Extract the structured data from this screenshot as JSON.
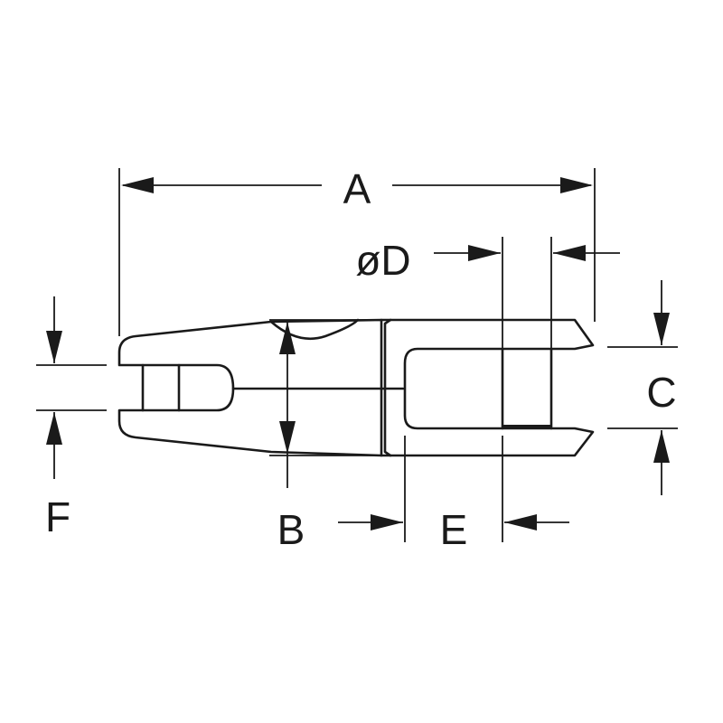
{
  "diagram": {
    "labels": {
      "A": "A",
      "B": "B",
      "C": "C",
      "D": "øD",
      "E": "E",
      "F": "F"
    },
    "colors": {
      "line": "#1a1a1a",
      "background": "#ffffff"
    }
  }
}
